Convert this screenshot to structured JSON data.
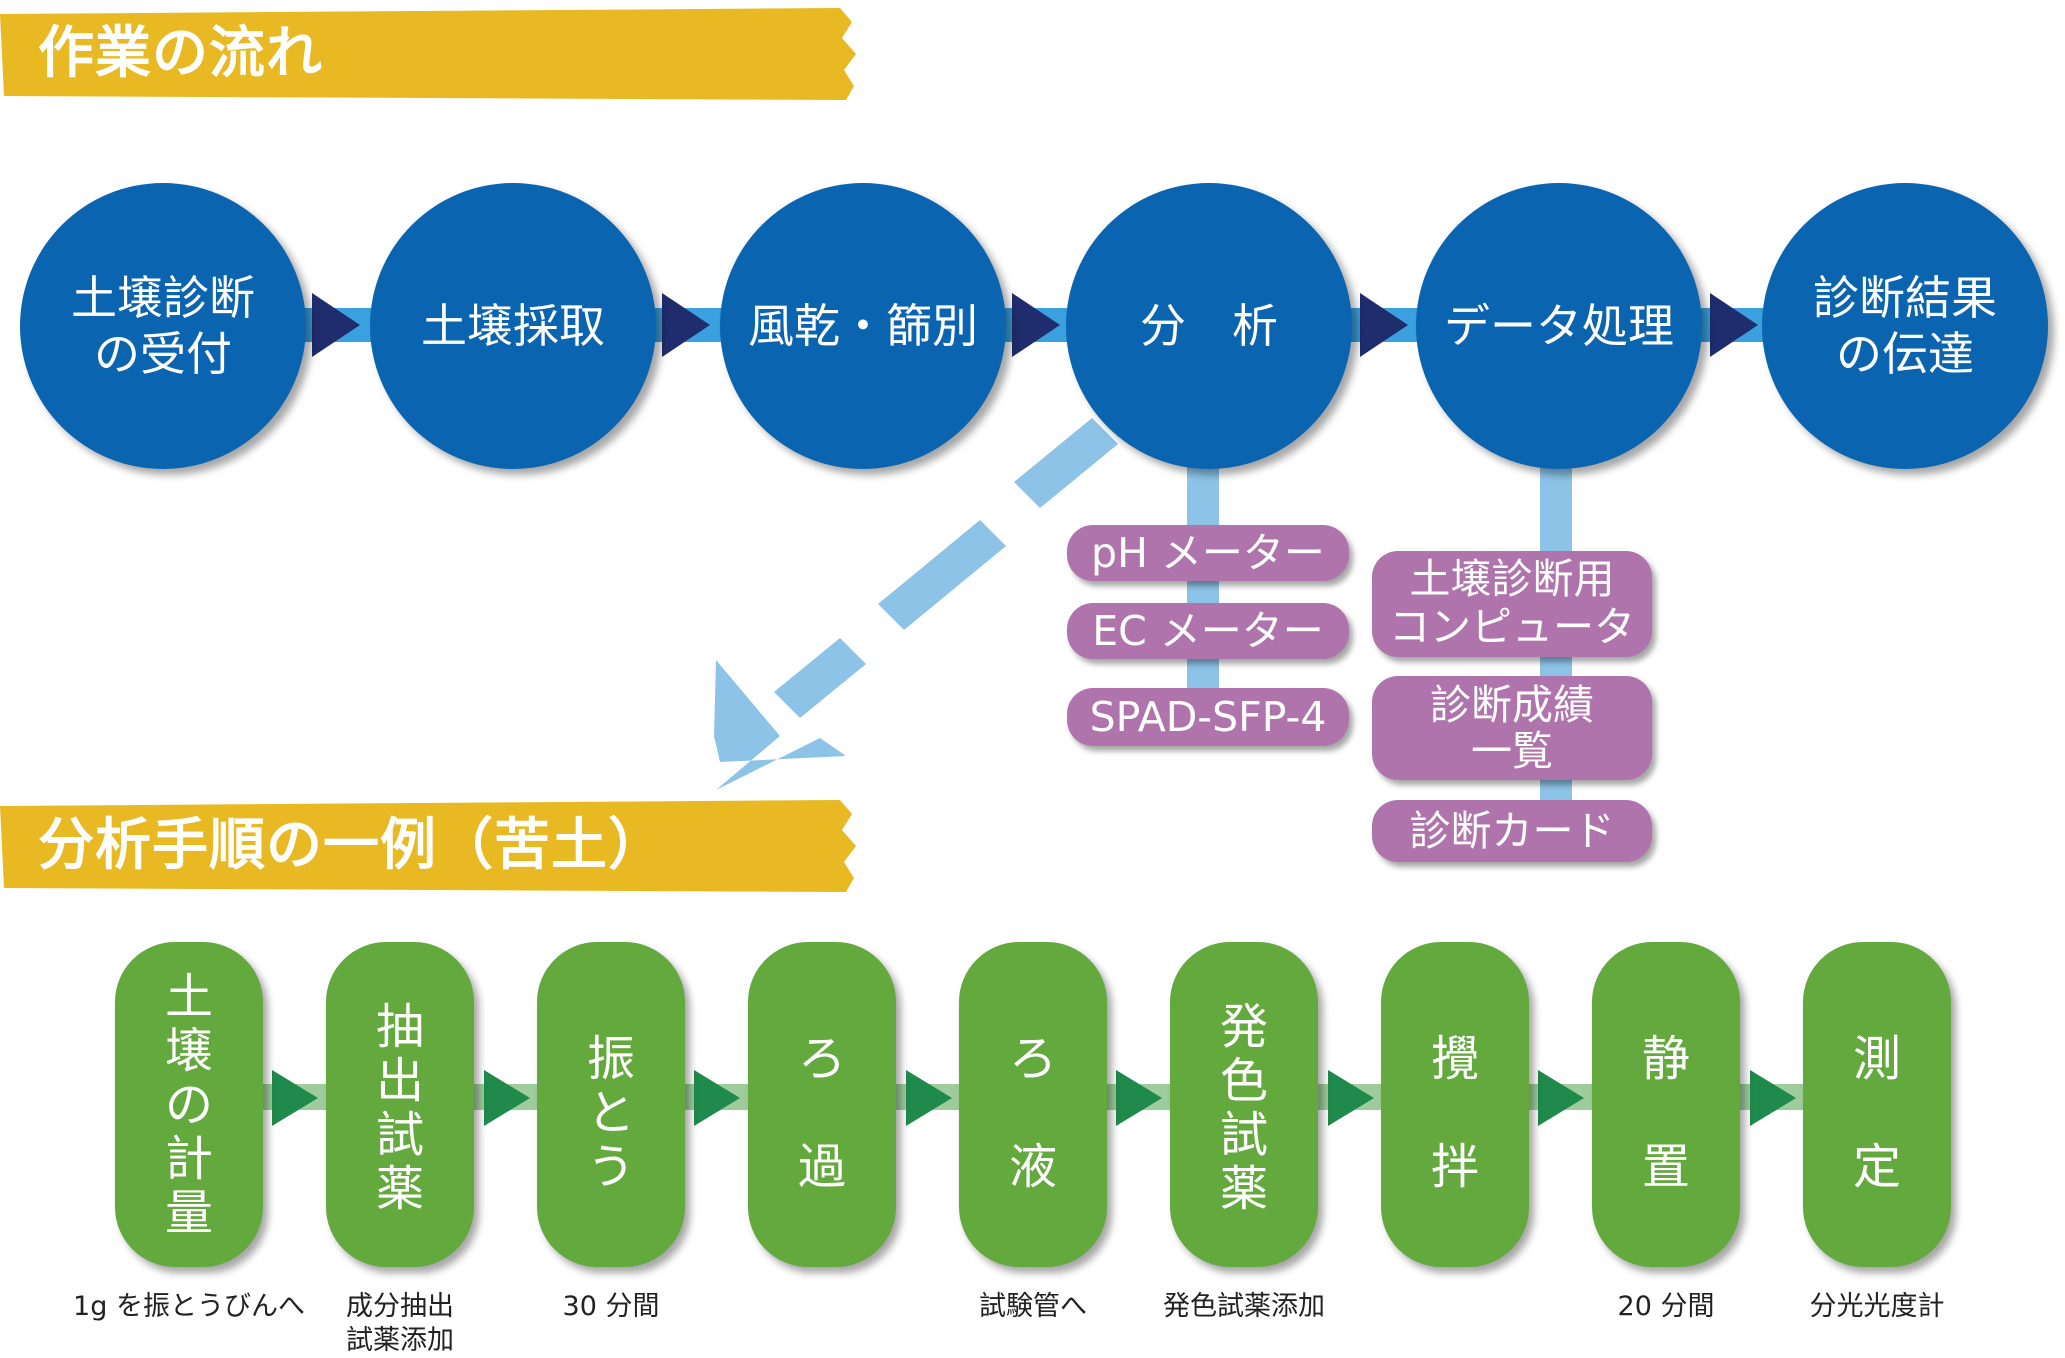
{
  "sections": {
    "workflow_title": "作業の流れ",
    "procedure_title": "分析手順の一例（苦土）"
  },
  "workflow": [
    {
      "label": "土壌診断\nの受付"
    },
    {
      "label": "土壌採取"
    },
    {
      "label": "風乾・篩別"
    },
    {
      "label": "分　析"
    },
    {
      "label": "データ処理"
    },
    {
      "label": "診断結果\nの伝達"
    }
  ],
  "analysis_tools": [
    "pH メーター",
    "EC メーター",
    "SPAD-SFP-4"
  ],
  "data_tools": [
    "土壌診断用\nコンピュータ",
    "診断成績\n一覧",
    "診断カード"
  ],
  "procedure": [
    {
      "label": "土\n壌\nの\n計\n量",
      "caption": "1g を振とうびんへ"
    },
    {
      "label": "抽\n出\n試\n薬",
      "caption": "成分抽出\n試薬添加"
    },
    {
      "label": "振\nと\nう",
      "caption": "30 分間"
    },
    {
      "label": "ろ\n\n過",
      "caption": ""
    },
    {
      "label": "ろ\n\n液",
      "caption": "試験管へ"
    },
    {
      "label": "発\n色\n試\n薬",
      "caption": "発色試薬添加"
    },
    {
      "label": "攪\n\n拌",
      "caption": ""
    },
    {
      "label": "静\n\n置",
      "caption": "20 分間"
    },
    {
      "label": "測\n\n定",
      "caption": "分光光度計"
    }
  ],
  "colors": {
    "banner": "#e8b923",
    "circle": "#0a64b0",
    "connector_blue": "#3aa0de",
    "connector_light": "#8cc3e6",
    "arrow_navy": "#1f2d6e",
    "tag_purple": "#b074ad",
    "pill_green": "#63a93e",
    "green_connector": "#9fcc9c",
    "green_arrow": "#1f8a4c"
  }
}
